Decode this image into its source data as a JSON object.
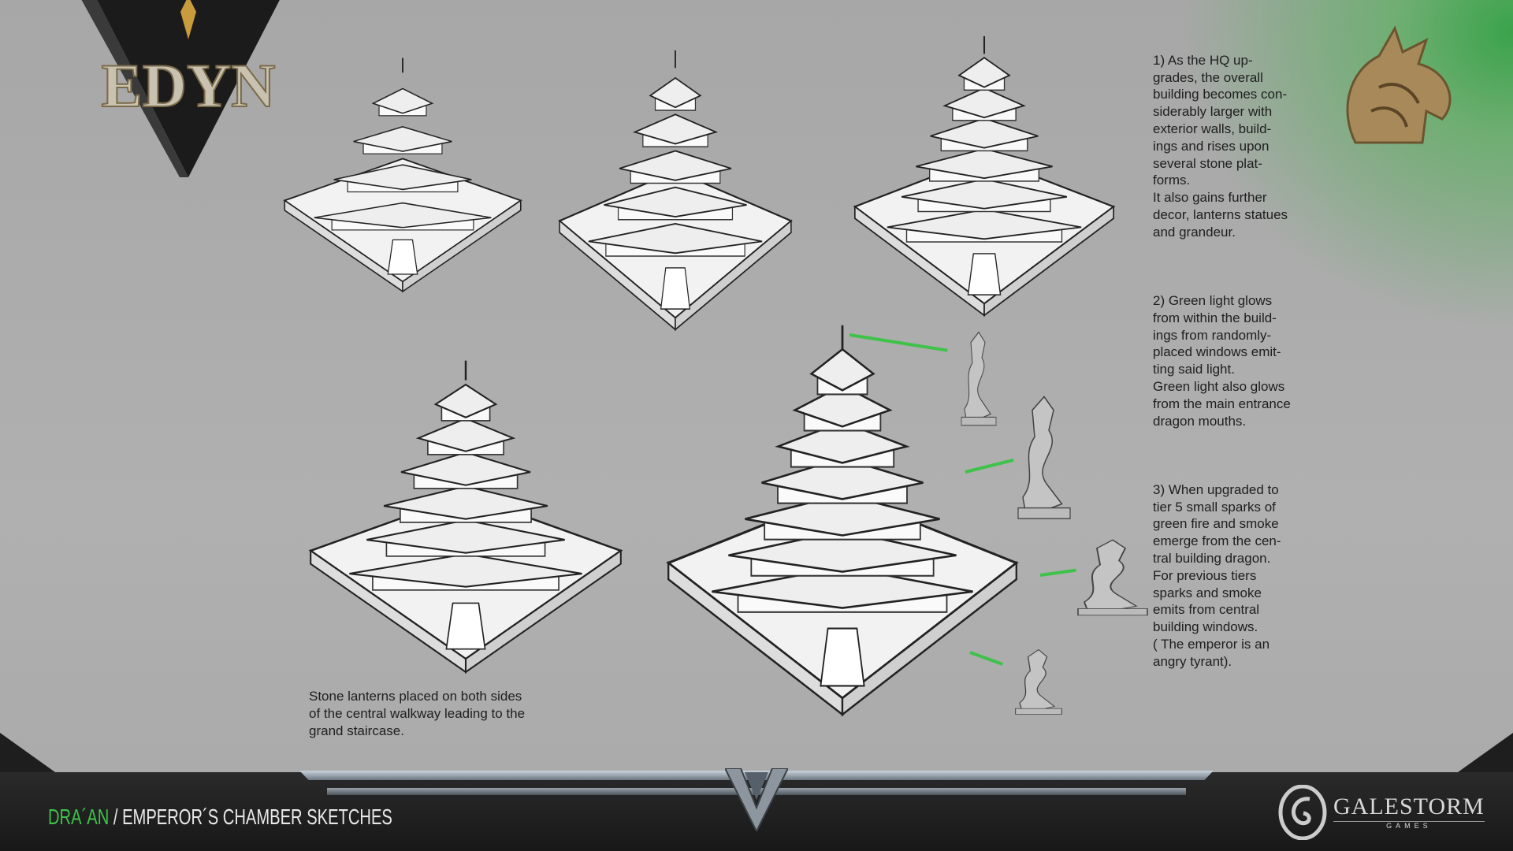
{
  "logo": {
    "text": "EDYN"
  },
  "notes": {
    "note1": "1) As the HQ up-\ngrades, the overall\nbuilding becomes con-\nsiderably larger with\nexterior walls, build-\nings and rises upon\nseveral stone plat-\nforms.\nIt also gains further\ndecor, lanterns statues\nand grandeur.",
    "note2": "2) Green light glows\nfrom within the build-\nings from randomly-\nplaced windows emit-\nting said light.\nGreen light also glows\nfrom the main entrance\ndragon mouths.",
    "note3": "3) When upgraded to\ntier 5 small sparks of\ngreen fire and smoke\nemerge from the cen-\ntral building dragon.\nFor previous tiers\nsparks and smoke\nemits from central\nbuilding windows.\n( The emperor is an\nangry tyrant)."
  },
  "caption": {
    "lines": [
      "Stone lanterns placed on both sides",
      "of the central walkway leading to the",
      "grand staircase."
    ]
  },
  "footer": {
    "faction": "DRA´AN",
    "separator": " / ",
    "title": "EMPEROR´S CHAMBER SKETCHES",
    "company": "GALESTORM",
    "company_sub": "GAMES"
  },
  "colors": {
    "accent": "#3ec24a",
    "background": "#a9a9a9",
    "bar": "#1c1c1c"
  }
}
